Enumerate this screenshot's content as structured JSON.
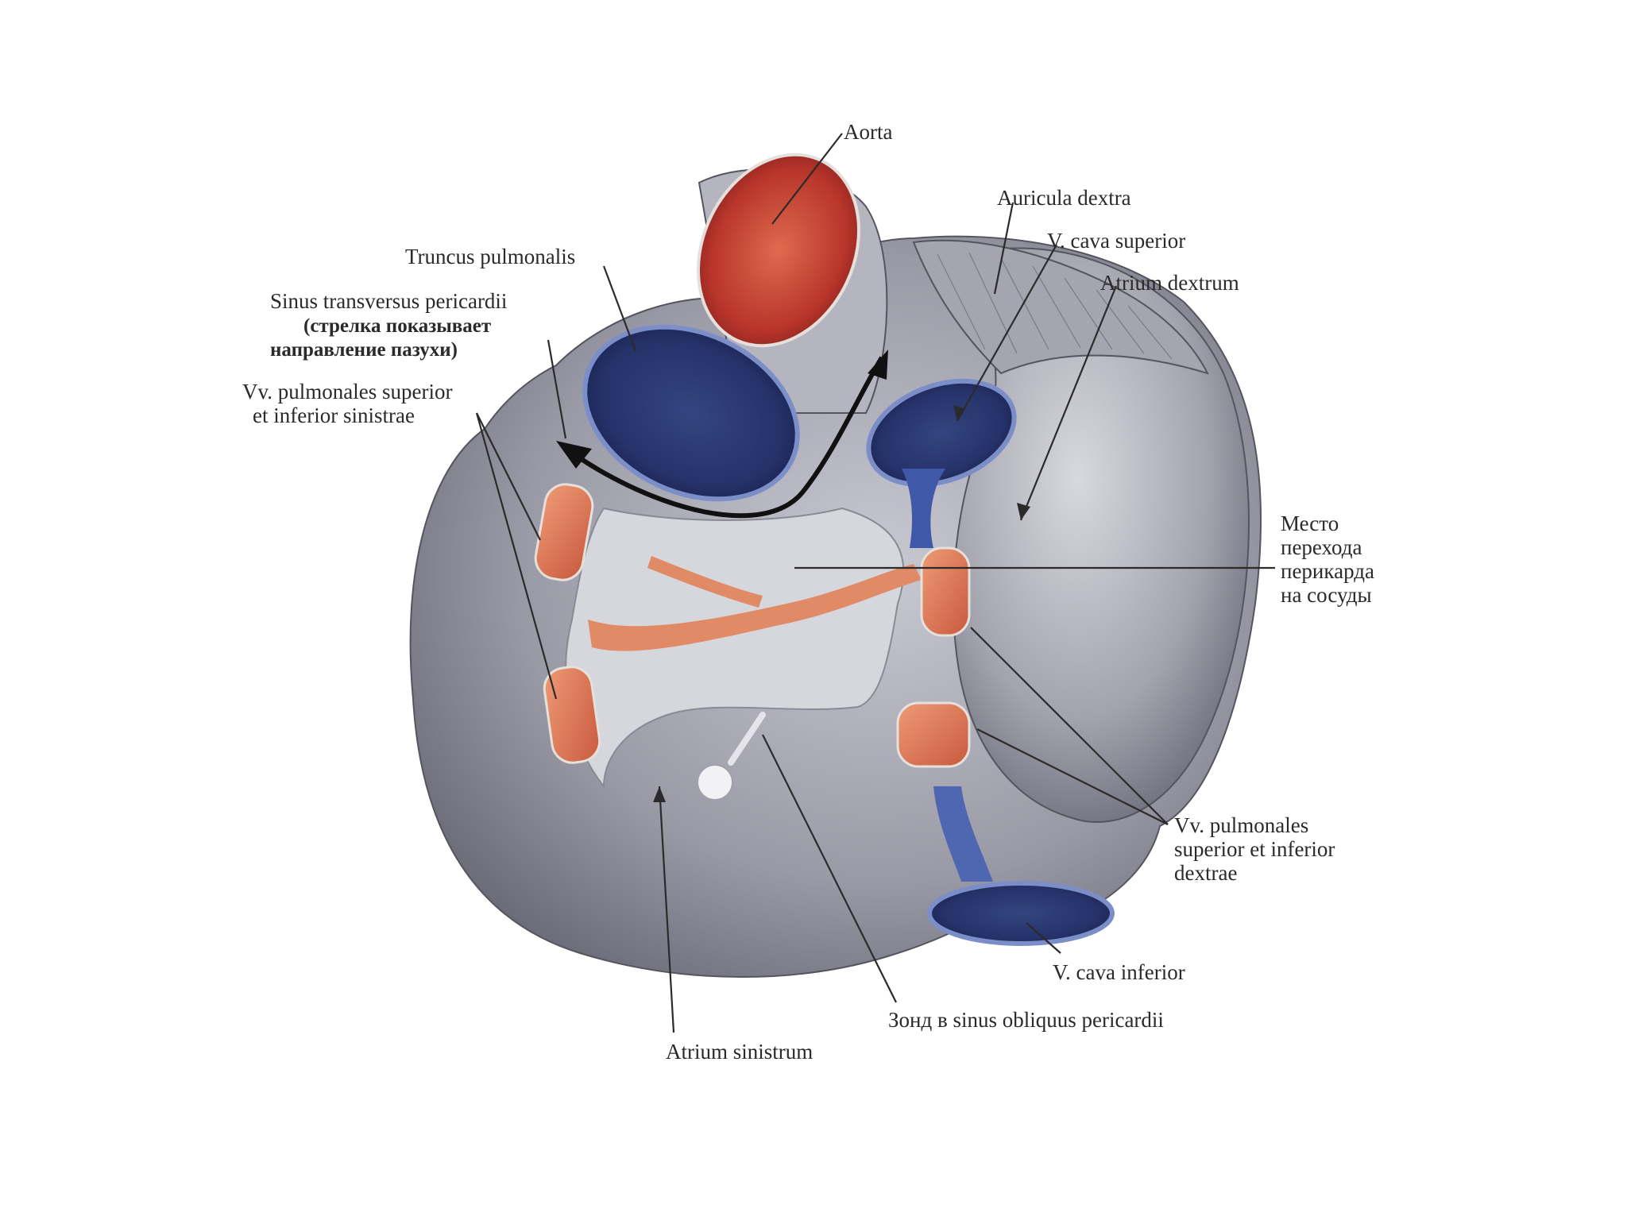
{
  "labels": {
    "aorta": "Aorta",
    "auricula_dextra": "Auricula dextra",
    "v_cava_superior": "V. cava superior",
    "atrium_dextrum": "Atrium dextrum",
    "truncus_pulmonalis": "Truncus pulmonalis",
    "sinus_transversus": [
      "Sinus transversus pericardii",
      "(стрелка показывает",
      "направление пазухи)"
    ],
    "vv_pulm_sinistrae": [
      "Vv. pulmonales superior",
      "et inferior sinistrae"
    ],
    "mesto_perehoda": [
      "Место",
      "перехода",
      "перикарда",
      "на сосуды"
    ],
    "vv_pulm_dextrae": [
      "Vv. pulmonales",
      "superior et inferior",
      "dextrae"
    ],
    "v_cava_inferior": "V. cava inferior",
    "zond": "Зонд в sinus obliquus pericardii",
    "atrium_sinistrum": "Atrium sinistrum"
  },
  "colors": {
    "pericardium": "#9a9aa6",
    "artery_red": "#b8352b",
    "vein_blue": "#2f3f7c",
    "pulmonary_vein_orange": "#d9714f",
    "arrow": "#111111"
  }
}
